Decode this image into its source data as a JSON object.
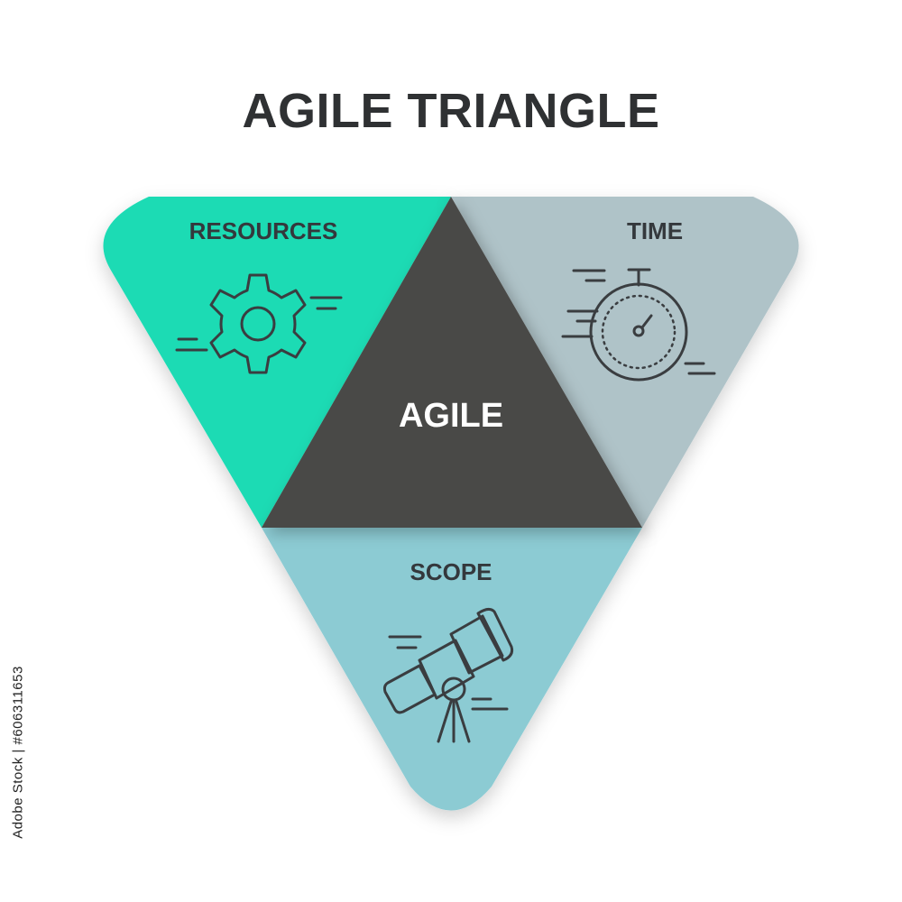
{
  "title": "AGILE TRIANGLE",
  "center": {
    "label": "AGILE",
    "color": "#4a4a47"
  },
  "segments": [
    {
      "key": "resources",
      "label": "RESOURCES",
      "color": "#1fdbb4",
      "icon": "gear-icon"
    },
    {
      "key": "time",
      "label": "TIME",
      "color": "#afc3c8",
      "icon": "stopwatch-icon"
    },
    {
      "key": "scope",
      "label": "SCOPE",
      "color": "#8ccbd3",
      "icon": "telescope-icon"
    }
  ],
  "stock_id": "Adobe Stock | #606311653"
}
